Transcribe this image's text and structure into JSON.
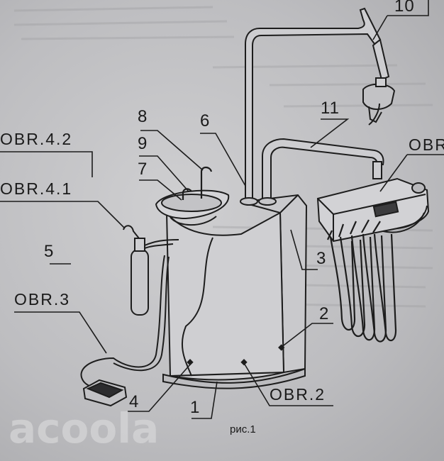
{
  "labels": {
    "l1": "1",
    "l2": "2",
    "l3": "3",
    "l4": "4",
    "l5": "5",
    "l6": "6",
    "l7": "7",
    "l8": "8",
    "l9": "9",
    "l10": "10",
    "l11": "11",
    "obr2": "OBR.2",
    "obr3": "OBR.3",
    "obr41": "OBR.4.1",
    "obr42": "OBR.4.2",
    "obr_top": "OBR"
  },
  "caption": "рис.1",
  "watermark": "acoola"
}
